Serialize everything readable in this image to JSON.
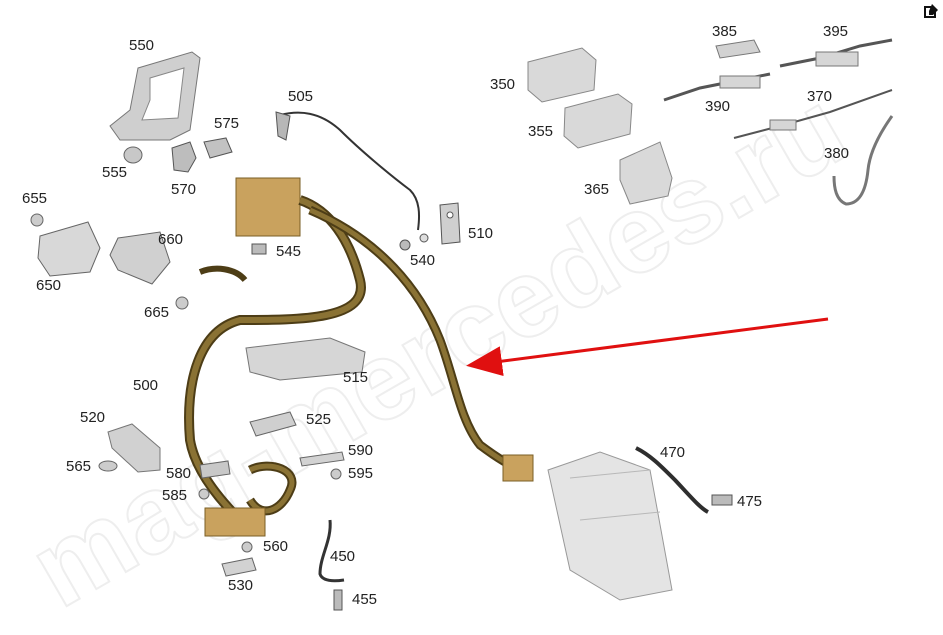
{
  "colors": {
    "harness": "#8a7234",
    "harness_dark": "#4d3d16",
    "connector": "#c9a25e",
    "part_fill": "#d2d2d2",
    "part_stroke": "#7a7a7a",
    "arrow": "#e01010"
  },
  "callouts": {
    "c550": "550",
    "c555": "555",
    "c570": "570",
    "c575": "575",
    "c505": "505",
    "c510": "510",
    "c540": "540",
    "c545": "545",
    "c655": "655",
    "c650": "650",
    "c660": "660",
    "c665": "665",
    "c500": "500",
    "c515": "515",
    "c520": "520",
    "c565": "565",
    "c525": "525",
    "c590": "590",
    "c595": "595",
    "c580": "580",
    "c585": "585",
    "c560": "560",
    "c530": "530",
    "c450": "450",
    "c455": "455",
    "c470": "470",
    "c475": "475",
    "c350": "350",
    "c355": "355",
    "c365": "365",
    "c385": "385",
    "c395": "395",
    "c390": "390",
    "c370": "370",
    "c380": "380"
  },
  "watermark": "mag-mercedes.ru",
  "toolbar": {
    "edit_icon": "edit-icon"
  }
}
